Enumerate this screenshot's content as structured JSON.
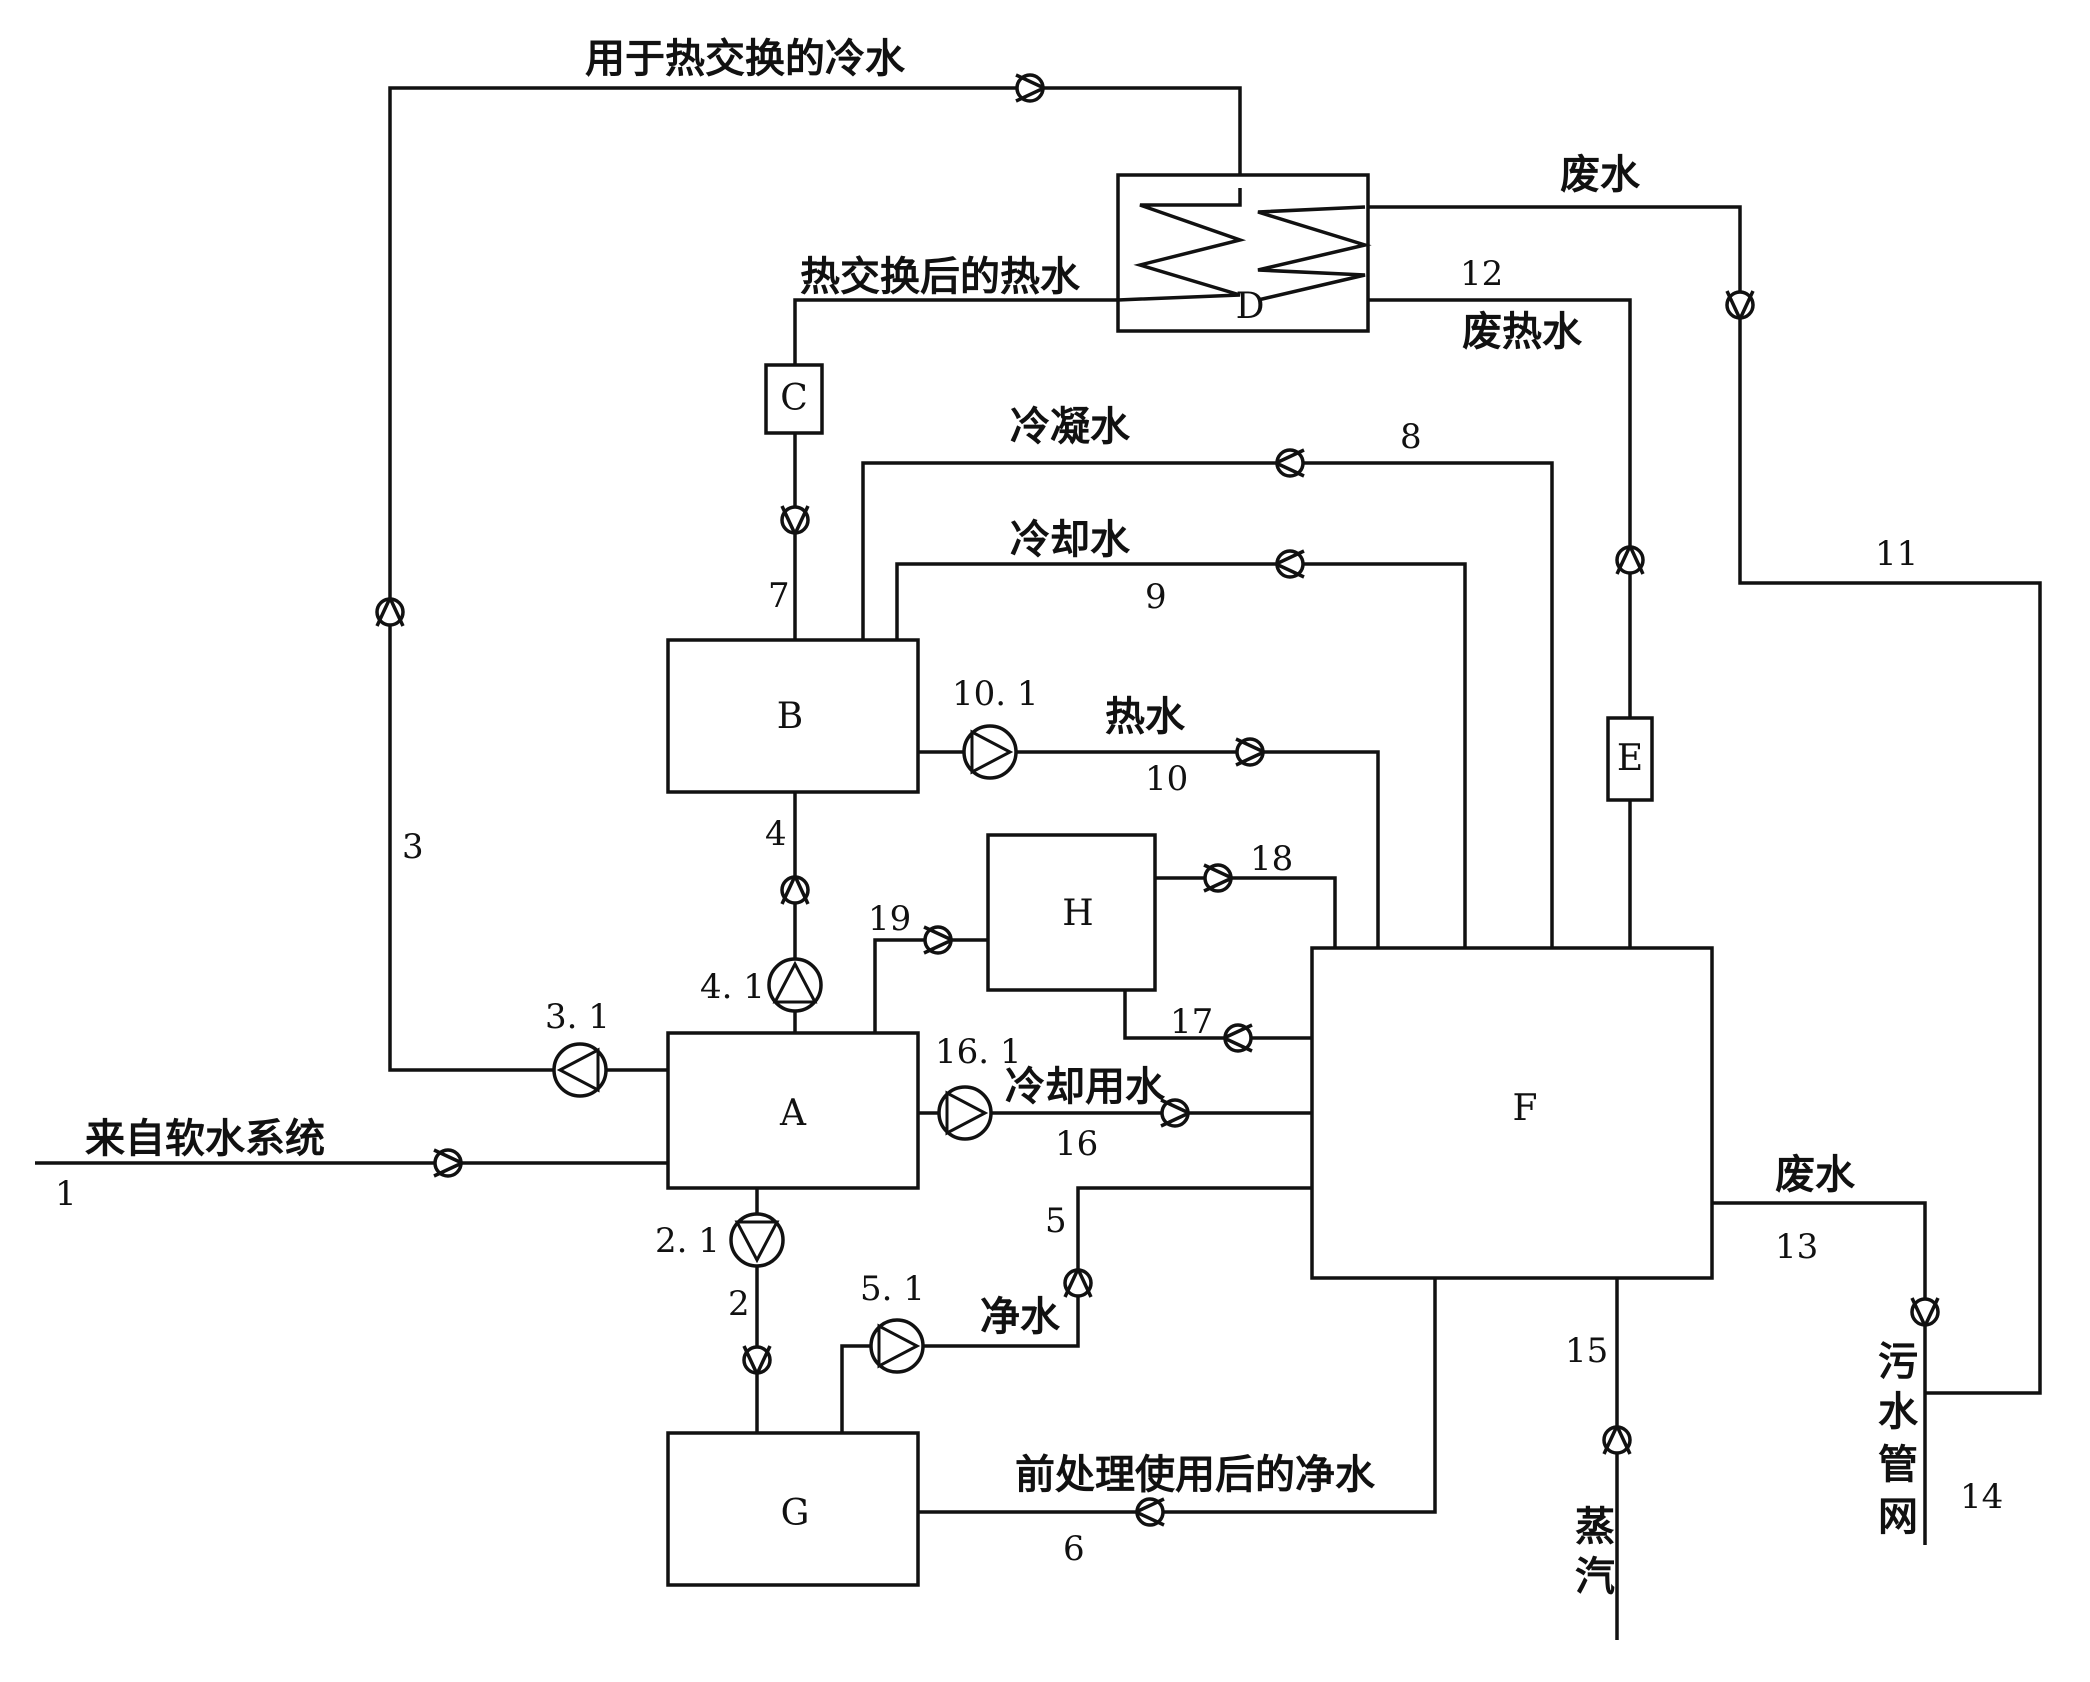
{
  "units": {
    "A": "A",
    "B": "B",
    "C": "C",
    "D": "D",
    "E": "E",
    "F": "F",
    "G": "G",
    "H": "H"
  },
  "labels": {
    "cold_water_hx": "用于热交换的冷水",
    "wastewater_top": "废水",
    "hot_water_after_hx": "热交换后的热水",
    "waste_hot_water": "废热水",
    "condensate": "冷凝水",
    "cooling_water": "冷却水",
    "hot_water": "热水",
    "cooling_use_water": "冷却用水",
    "from_soft_water": "来自软水系统",
    "wastewater_right": "废水",
    "clean_water": "净水",
    "clean_water_after_pretreatment": "前处理使用后的净水",
    "steam": "蒸汽",
    "sewer_network": "污水管网"
  },
  "numbers": {
    "n1": "1",
    "n2": "2",
    "n2_1": "2. 1",
    "n3": "3",
    "n3_1": "3. 1",
    "n4": "4",
    "n4_1": "4. 1",
    "n5": "5",
    "n5_1": "5. 1",
    "n6": "6",
    "n7": "7",
    "n8": "8",
    "n9": "9",
    "n10": "10",
    "n10_1": "10. 1",
    "n11": "11",
    "n12": "12",
    "n13": "13",
    "n14": "14",
    "n15": "15",
    "n16": "16",
    "n16_1": "16. 1",
    "n17": "17",
    "n18": "18",
    "n19": "19"
  }
}
